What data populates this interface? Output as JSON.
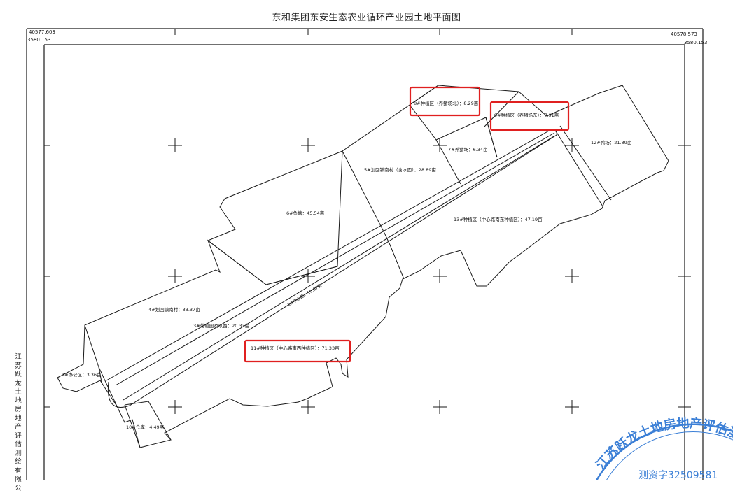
{
  "title": "东和集团东安生态农业循环产业园土地平面图",
  "corners": {
    "top_left_x": "40577.603",
    "top_left_y": "3580.153",
    "top_right_x": "40578.573",
    "top_right_y": "3580.153"
  },
  "side_label": "江苏跃龙土地房地产评估测绘有限公",
  "parcels": {
    "p1": "1#办公区：3.36亩",
    "p3": "3#葡萄园及以西：20.33亩",
    "p4": "4#划回镇南村：33.37亩",
    "p5": "5#划回镇南村（含水面）：28.89亩",
    "p6": "6#鱼塘：45.54亩",
    "p7": "7#养猪场：6.34亩",
    "p8": "8#种植区（养猪场北）：8.29亩",
    "p9": "9#种植区（养猪场东）：7.91亩",
    "p10": "10#仓库：4.49亩",
    "p11": "11#种植区（中心路南西种植区）：71.33亩",
    "p12": "12#鸭场：21.89亩",
    "p13": "13#种植区（中心路南东种植区）：47.19亩",
    "road": "2#中心路：10.87亩"
  },
  "highlighted_parcels": [
    "p8",
    "p9",
    "p11"
  ],
  "highlight_color": "#e02020",
  "line_color": "#1a1a1a",
  "stamp": {
    "text": "江苏跃龙土地房地产评估测绘有限公司",
    "number": "测资字32509581",
    "color": "#3b7fd6"
  }
}
